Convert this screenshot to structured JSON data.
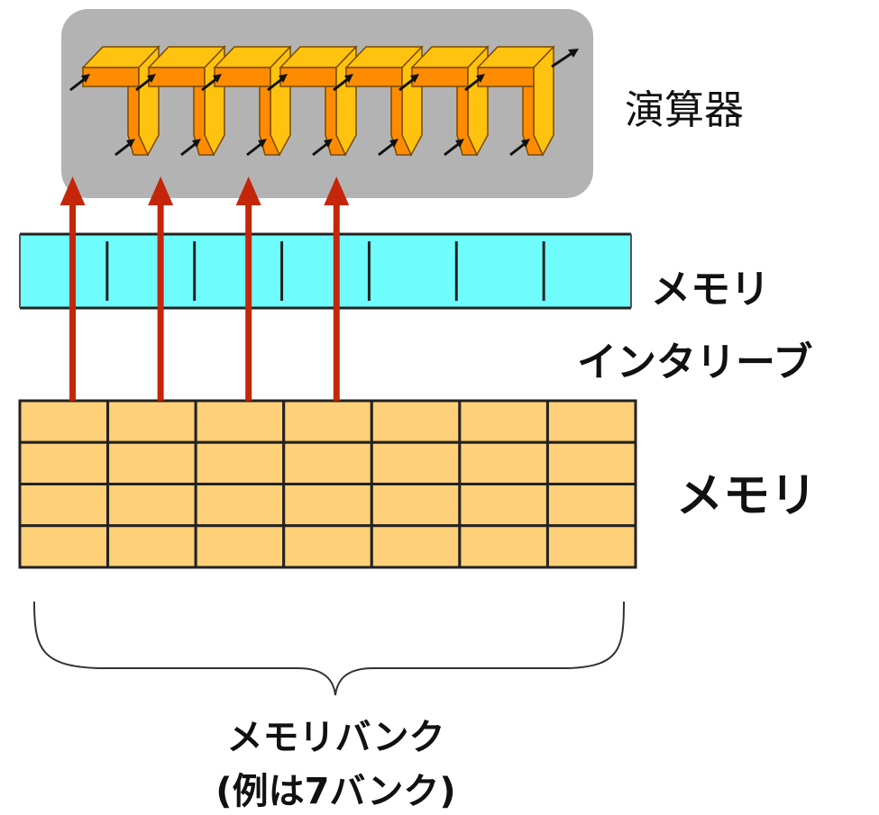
{
  "labels": {
    "alu": "演算器",
    "interleave_line1": "メモリ",
    "interleave_line2": "インタリーブ",
    "memory": "メモリ",
    "bank_line1": "メモリバンク",
    "bank_line2": "(例は7バンク)"
  },
  "diagram": {
    "bank_count": 7,
    "memory_rows": 4,
    "interleave_cells": 7,
    "pipeline_stages": 7,
    "arrows_to_alu": 4
  },
  "colors": {
    "alu_box": "#b3b3b3",
    "pipeline_fill": "#ffc20e",
    "pipeline_side": "#ff8c00",
    "interleave_fill": "#6ffcfd",
    "memory_fill": "#fdd079",
    "arrow": "#c4260a"
  }
}
